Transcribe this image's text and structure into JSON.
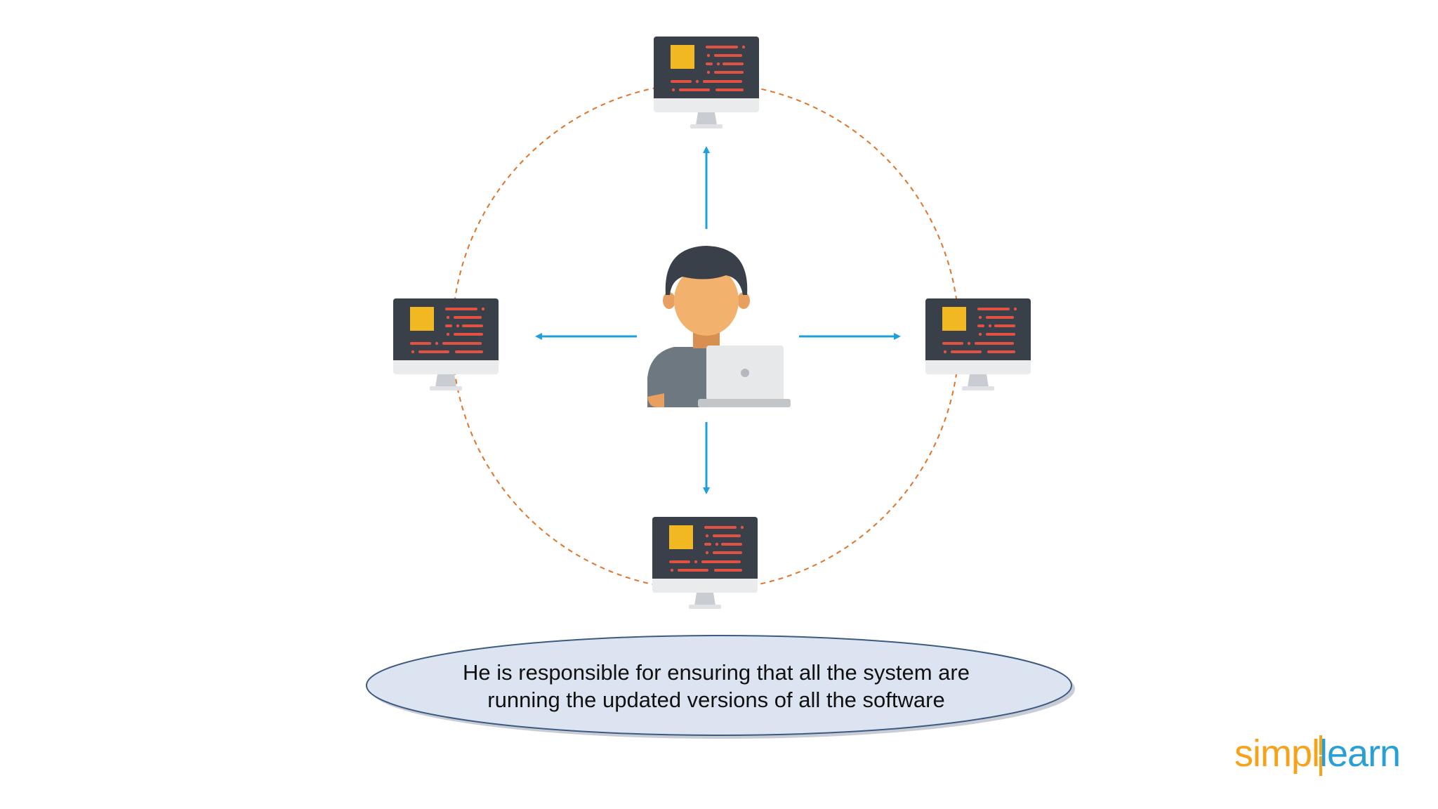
{
  "caption": {
    "line1": "He is responsible for ensuring that all the system are",
    "line2": "running the updated versions of all the software"
  },
  "logo": {
    "part1": "simpl",
    "part2": "learn"
  },
  "colors": {
    "dashed_ring": "#e0742b",
    "arrow": "#1fa0dc",
    "monitor_body": "#3a4049",
    "monitor_bezel": "#e9ebed",
    "code_lines": "#e25243",
    "code_square": "#f2b824",
    "caption_fill": "#dde4f1",
    "caption_stroke": "#3d5a80",
    "logo_orange": "#f7a21b",
    "logo_blue": "#2a9fd6"
  },
  "icons": [
    "monitor-icon",
    "person-with-laptop-icon",
    "arrow-icon"
  ]
}
